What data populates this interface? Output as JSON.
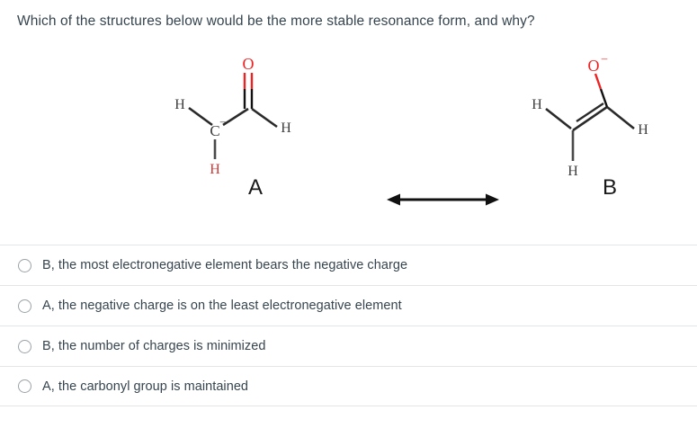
{
  "question": {
    "prompt": "Which of the structures below would be the more stable resonance form, and why?"
  },
  "diagram": {
    "type": "resonance-structure-pair",
    "arrow": {
      "name": "resonance-arrow",
      "style": "double-headed",
      "color": "#111111"
    },
    "structures": [
      {
        "label": "A",
        "name": "structure-a",
        "description": "Carbanion resonance form: carbonyl C=O intact, negative charge on carbon",
        "atoms": [
          {
            "symbol": "H",
            "color": "#3f3f3f",
            "role": "methyl-hydrogen-left"
          },
          {
            "symbol": "C",
            "color": "#3f3f3f",
            "role": "carbanion-carbon",
            "charge": "–"
          },
          {
            "symbol": "H",
            "color": "#cf3a38",
            "role": "methyl-hydrogen-bottom"
          },
          {
            "symbol": "O",
            "color": "#ee2222",
            "role": "carbonyl-oxygen",
            "charge": ""
          },
          {
            "symbol": "H",
            "color": "#3f3f3f",
            "role": "aldehyde-hydrogen-right"
          }
        ],
        "bonds": [
          {
            "from": "H-left",
            "to": "C-carbanion",
            "order": 1
          },
          {
            "from": "C-carbanion",
            "to": "H-bottom",
            "order": 1
          },
          {
            "from": "C-carbanion",
            "to": "C-carbonyl",
            "order": 1
          },
          {
            "from": "C-carbonyl",
            "to": "O",
            "order": 2
          },
          {
            "from": "C-carbonyl",
            "to": "H-right",
            "order": 1
          }
        ]
      },
      {
        "label": "B",
        "name": "structure-b",
        "description": "Enolate resonance form: C=C double bond, negative charge on oxygen",
        "atoms": [
          {
            "symbol": "H",
            "color": "#3f3f3f",
            "role": "vinyl-hydrogen-left"
          },
          {
            "symbol": "H",
            "color": "#3f3f3f",
            "role": "vinyl-hydrogen-bottom"
          },
          {
            "symbol": "O",
            "color": "#ee2222",
            "role": "enolate-oxygen",
            "charge": "–"
          },
          {
            "symbol": "H",
            "color": "#3f3f3f",
            "role": "vinyl-hydrogen-right"
          }
        ],
        "bonds": [
          {
            "from": "H-left",
            "to": "C-left",
            "order": 1
          },
          {
            "from": "C-left",
            "to": "H-bottom",
            "order": 1
          },
          {
            "from": "C-left",
            "to": "C-right",
            "order": 2
          },
          {
            "from": "C-right",
            "to": "O",
            "order": 1
          },
          {
            "from": "C-right",
            "to": "H-right",
            "order": 1
          }
        ]
      }
    ]
  },
  "options": [
    {
      "id": "opt-1",
      "text": "B, the most electronegative element bears the negative charge",
      "selected": false
    },
    {
      "id": "opt-2",
      "text": "A, the negative charge is on the least electronegative element",
      "selected": false
    },
    {
      "id": "opt-3",
      "text": "B, the number of charges is minimized",
      "selected": false
    },
    {
      "id": "opt-4",
      "text": "A, the carbonyl group is maintained",
      "selected": false
    }
  ],
  "colors": {
    "text": "#36454f",
    "oxygen_red": "#ee2222",
    "atom_gray": "#3f3f3f",
    "divider": "#e3e6e8",
    "bond_black": "#111111"
  }
}
